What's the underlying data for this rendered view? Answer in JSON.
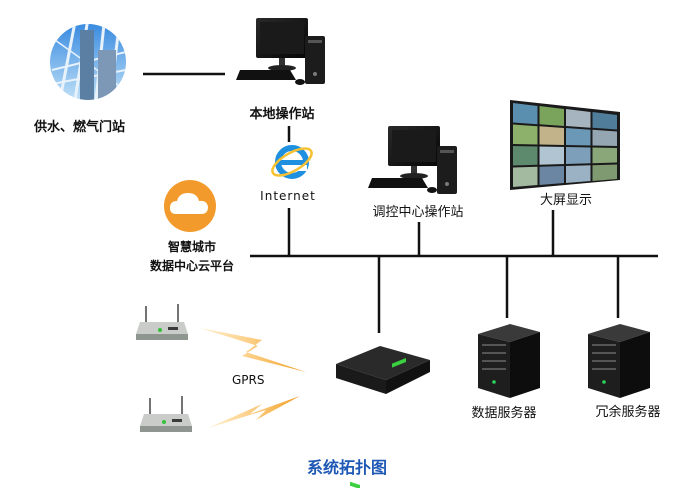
{
  "nodes": {
    "water_gas_station": {
      "label": "供水、燃气门站",
      "icon": "industrial-plant-photo-icon"
    },
    "local_station": {
      "label": "本地操作站",
      "icon": "desktop-computer-icon"
    },
    "internet": {
      "label": "Internet",
      "icon": "internet-explorer-icon"
    },
    "dispatch_station": {
      "label": "调控中心操作站",
      "icon": "desktop-computer-icon"
    },
    "big_screen": {
      "label": "大屏显示",
      "icon": "video-wall-icon"
    },
    "cloud_platform": {
      "line1": "智慧城市",
      "line2": "数据中心云平台",
      "icon": "cloud-icon"
    },
    "gprs": {
      "label": "GPRS",
      "icon": "lightning-signal-icon"
    },
    "data_server": {
      "label": "数据服务器",
      "icon": "server-rack-icon"
    },
    "redundant_server": {
      "label": "冗余服务器",
      "icon": "server-rack-icon"
    },
    "gateway": {
      "icon": "network-gateway-icon"
    },
    "routers": {
      "icon": "wireless-router-icon"
    }
  },
  "caption": "系统拓扑图",
  "colors": {
    "accent": "#1e58b5",
    "cloud": "#f39a2c",
    "signal": "#f5a623",
    "line": "#111111",
    "ie": "#1f8fe0"
  }
}
